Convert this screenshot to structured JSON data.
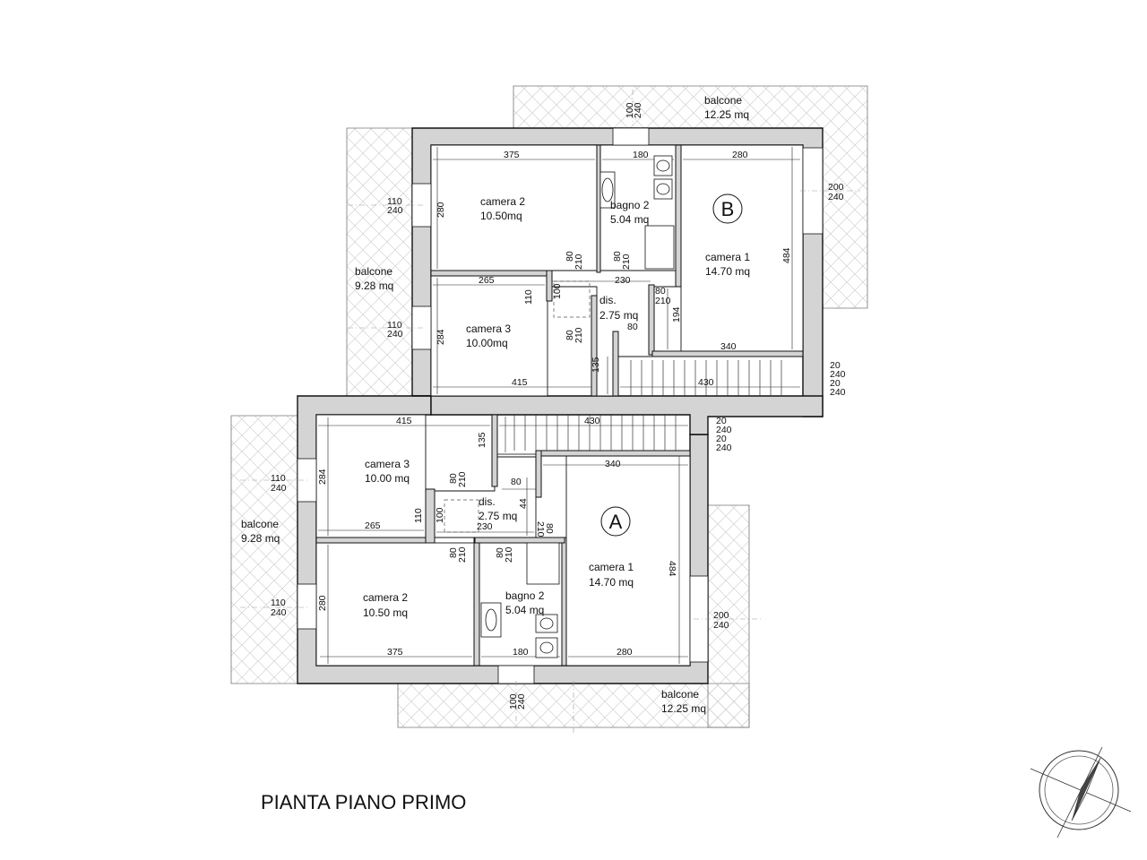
{
  "title": "PIANTA PIANO PRIMO",
  "units": {
    "A": {
      "mark": "A"
    },
    "B": {
      "mark": "B"
    }
  },
  "rooms": {
    "B_camera2": {
      "name": "camera 2",
      "area": "10.50mq"
    },
    "B_bagno2": {
      "name": "bagno 2",
      "area": "5.04 mq"
    },
    "B_camera1": {
      "name": "camera 1",
      "area": "14.70 mq"
    },
    "B_camera3": {
      "name": "camera 3",
      "area": "10.00mq"
    },
    "B_dis": {
      "name": "dis.",
      "area": "2.75 mq"
    },
    "B_balcone_top": {
      "name": "balcone",
      "area": "12.25 mq"
    },
    "B_balcone_left": {
      "name": "balcone",
      "area": "9.28 mq"
    },
    "A_camera3": {
      "name": "camera 3",
      "area": "10.00 mq"
    },
    "A_camera2": {
      "name": "camera 2",
      "area": "10.50 mq"
    },
    "A_dis": {
      "name": "dis.",
      "area": "2.75 mq"
    },
    "A_bagno2": {
      "name": "bagno 2",
      "area": "5.04 mq"
    },
    "A_camera1": {
      "name": "camera 1",
      "area": "14.70 mq"
    },
    "A_balcone_left": {
      "name": "balcone",
      "area": "9.28 mq"
    },
    "A_balcone_bottom": {
      "name": "balcone",
      "area": "12.25 mq"
    }
  },
  "dims": {
    "b375": "375",
    "b180": "180",
    "b280": "280",
    "b200": "200",
    "b240": "240",
    "b484": "484",
    "b280v": "280",
    "b265": "265",
    "b230": "230",
    "b110": "110",
    "b100": "100",
    "b80": "80",
    "b210": "210",
    "b194": "194",
    "b340": "340",
    "b284": "284",
    "b135": "135",
    "b415": "415",
    "b430": "430",
    "b20": "20",
    "a415": "415",
    "a430": "430",
    "a135": "135",
    "a284": "284",
    "a340": "340",
    "a80": "80",
    "a44": "44",
    "a110": "110",
    "a100": "100",
    "a265": "265",
    "a230": "230",
    "a210": "210",
    "a280v": "280",
    "a484": "484",
    "a200": "200",
    "a240": "240",
    "a375": "375",
    "a180": "180",
    "a280": "280",
    "a20": "20"
  }
}
